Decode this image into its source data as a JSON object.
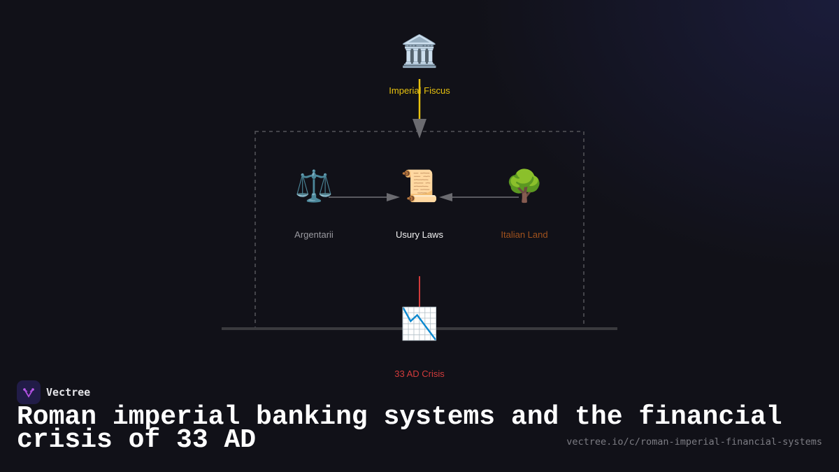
{
  "diagram": {
    "nodes": [
      {
        "id": "imperial-fiscus",
        "label": "Imperial Fiscus",
        "icon": "classical-building-icon",
        "glyph": "🏛️",
        "color": "#e8c20e"
      },
      {
        "id": "argentarii",
        "label": "Argentarii",
        "icon": "balance-scale-icon",
        "glyph": "⚖️",
        "color": "#9a9aa0"
      },
      {
        "id": "usury-laws",
        "label": "Usury Laws",
        "icon": "scroll-icon",
        "glyph": "📜",
        "color": "#f2f2f2"
      },
      {
        "id": "italian-land",
        "label": "Italian Land",
        "icon": "tree-icon",
        "glyph": "🌳",
        "color": "#a0521d"
      },
      {
        "id": "crisis-33ad",
        "label": "33 AD Crisis",
        "icon": "chart-decreasing-icon",
        "glyph": "📉",
        "color": "#d13b3b"
      }
    ],
    "edges": [
      {
        "from": "imperial-fiscus",
        "to": "usury-laws",
        "color": "#e8c20e"
      },
      {
        "from": "argentarii",
        "to": "usury-laws",
        "color": "#6b6b70"
      },
      {
        "from": "italian-land",
        "to": "usury-laws",
        "color": "#6b6b70"
      },
      {
        "from": "usury-laws",
        "to": "crisis-33ad",
        "color": "#d13b3b"
      }
    ],
    "colors": {
      "background": "#111118",
      "group_border": "#55555a",
      "timeline": "#3a3a3e",
      "arrowhead": "#6b6b70"
    }
  },
  "brand": {
    "name": "Vectree",
    "logo_icon": "vectree-logo-icon"
  },
  "title": "Roman imperial banking systems and the financial crisis of 33 AD",
  "url": "vectree.io/c/roman-imperial-financial-systems"
}
